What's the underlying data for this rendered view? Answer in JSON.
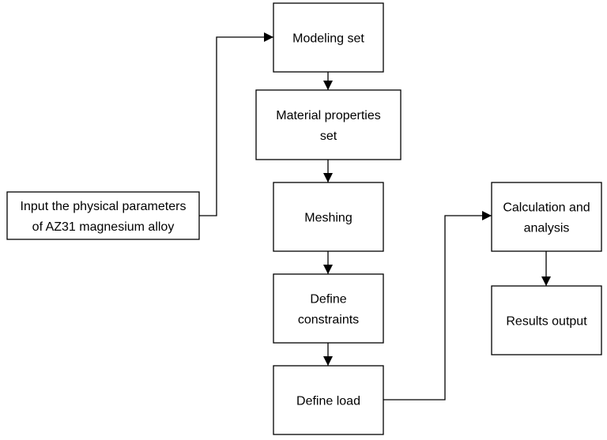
{
  "diagram": {
    "nodes": [
      {
        "id": "modeling",
        "lines": [
          "Modeling set"
        ]
      },
      {
        "id": "material",
        "lines": [
          "Material properties",
          "set"
        ]
      },
      {
        "id": "meshing",
        "lines": [
          "Meshing"
        ]
      },
      {
        "id": "constraints",
        "lines": [
          "Define",
          "constraints"
        ]
      },
      {
        "id": "load",
        "lines": [
          "Define load"
        ]
      },
      {
        "id": "input",
        "lines": [
          "Input the physical parameters",
          "of AZ31 magnesium alloy"
        ]
      },
      {
        "id": "calc",
        "lines": [
          "Calculation and",
          "analysis"
        ]
      },
      {
        "id": "results",
        "lines": [
          "Results output"
        ]
      }
    ],
    "edges": [
      {
        "from": "input",
        "to": "modeling"
      },
      {
        "from": "modeling",
        "to": "material"
      },
      {
        "from": "material",
        "to": "meshing"
      },
      {
        "from": "meshing",
        "to": "constraints"
      },
      {
        "from": "constraints",
        "to": "load"
      },
      {
        "from": "load",
        "to": "calc"
      },
      {
        "from": "calc",
        "to": "results"
      }
    ]
  }
}
